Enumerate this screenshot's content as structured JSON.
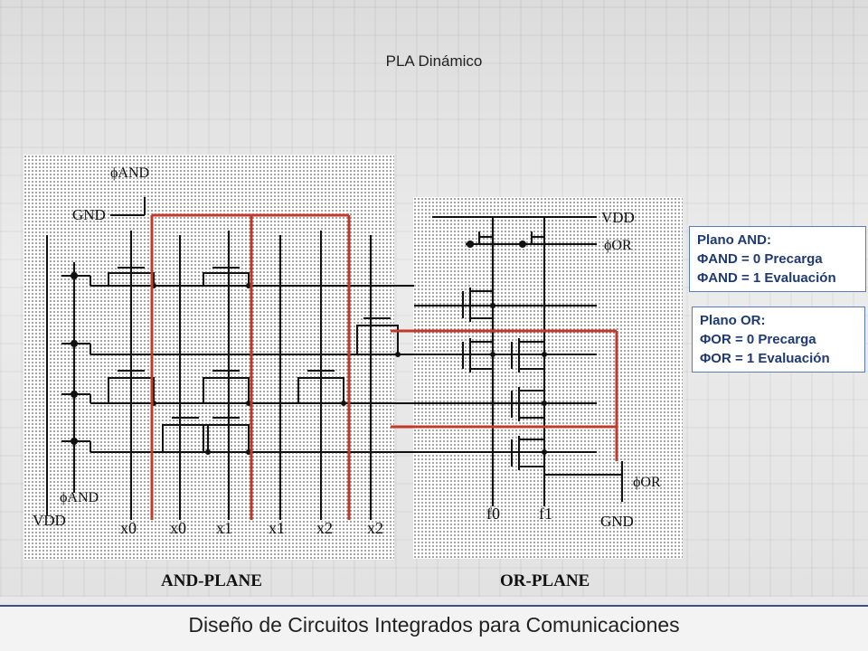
{
  "slide_title": "PLA Dinámico",
  "footer": "Diseño de Circuitos Integrados  para Comunicaciones",
  "and_plane": {
    "caption": "AND-PLANE",
    "gnd_label": "GND",
    "clock_label_top": "ϕAND",
    "clock_label_bottom": "ϕAND",
    "vdd_label": "VDD",
    "inputs": [
      "x0",
      "x0",
      "x1",
      "x1",
      "x2",
      "x2"
    ]
  },
  "or_plane": {
    "caption": "OR-PLANE",
    "vdd_label": "VDD",
    "clock_label_top": "ϕOR",
    "clock_label_bottom": "ϕOR",
    "gnd_label": "GND",
    "outputs": [
      "f0",
      "f1"
    ]
  },
  "and_box": {
    "title": "Plano AND:",
    "line1": "ΦAND = 0 Precarga",
    "line2": "ΦAND = 1 Evaluación"
  },
  "or_box": {
    "title": "Plano OR:",
    "line1": "ΦOR = 0 Precarga",
    "line2": "ΦOR = 1 Evaluación"
  },
  "colors": {
    "highlight": "#c0392b",
    "wire": "#111111",
    "box_text": "#1f3a73",
    "footer_rule": "#3b4f8b"
  }
}
